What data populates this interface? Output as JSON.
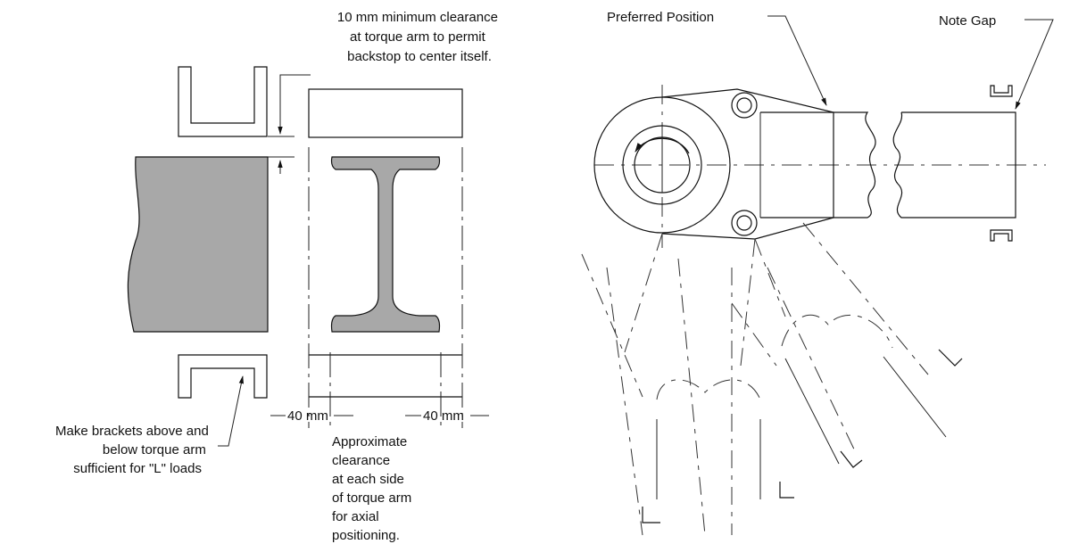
{
  "left_diagram": {
    "clearance_note": [
      "10 mm minimum clearance",
      "at torque arm to permit",
      "backstop to center itself."
    ],
    "bracket_note": [
      "Make brackets above and",
      "below torque arm",
      "sufficient for \"L\" loads"
    ],
    "dimension_left": "40 mm",
    "dimension_right": "40 mm",
    "axial_note": [
      "Approximate",
      "clearance",
      "at each side",
      "of torque arm",
      "for axial",
      "positioning."
    ]
  },
  "right_diagram": {
    "preferred_label": "Preferred Position",
    "gap_label": "Note Gap"
  },
  "colors": {
    "section_fill": "#a8a8a8",
    "line": "#111111"
  }
}
